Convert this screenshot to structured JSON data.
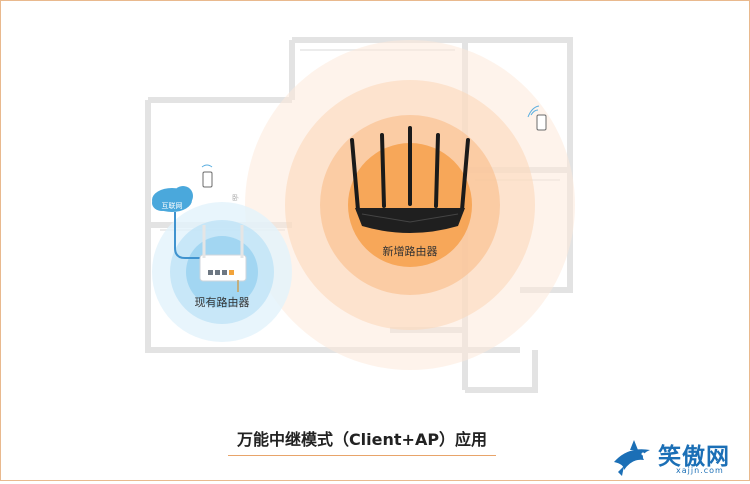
{
  "diagram": {
    "caption": "万能中继模式（Client+AP）应用",
    "existing_router_label": "现有路由器",
    "new_router_label": "新增路由器",
    "internet_label": "互联网",
    "room_tag": "卧"
  },
  "watermark": {
    "brand": "笑傲网",
    "url": "xajjn.com"
  },
  "colors": {
    "frame_border": "#e9b98e",
    "orange_signal": "#f39a3e",
    "blue_signal": "#7fc4ea",
    "accent_line": "#e8a46a",
    "watermark_blue": "#1b6fb6"
  }
}
